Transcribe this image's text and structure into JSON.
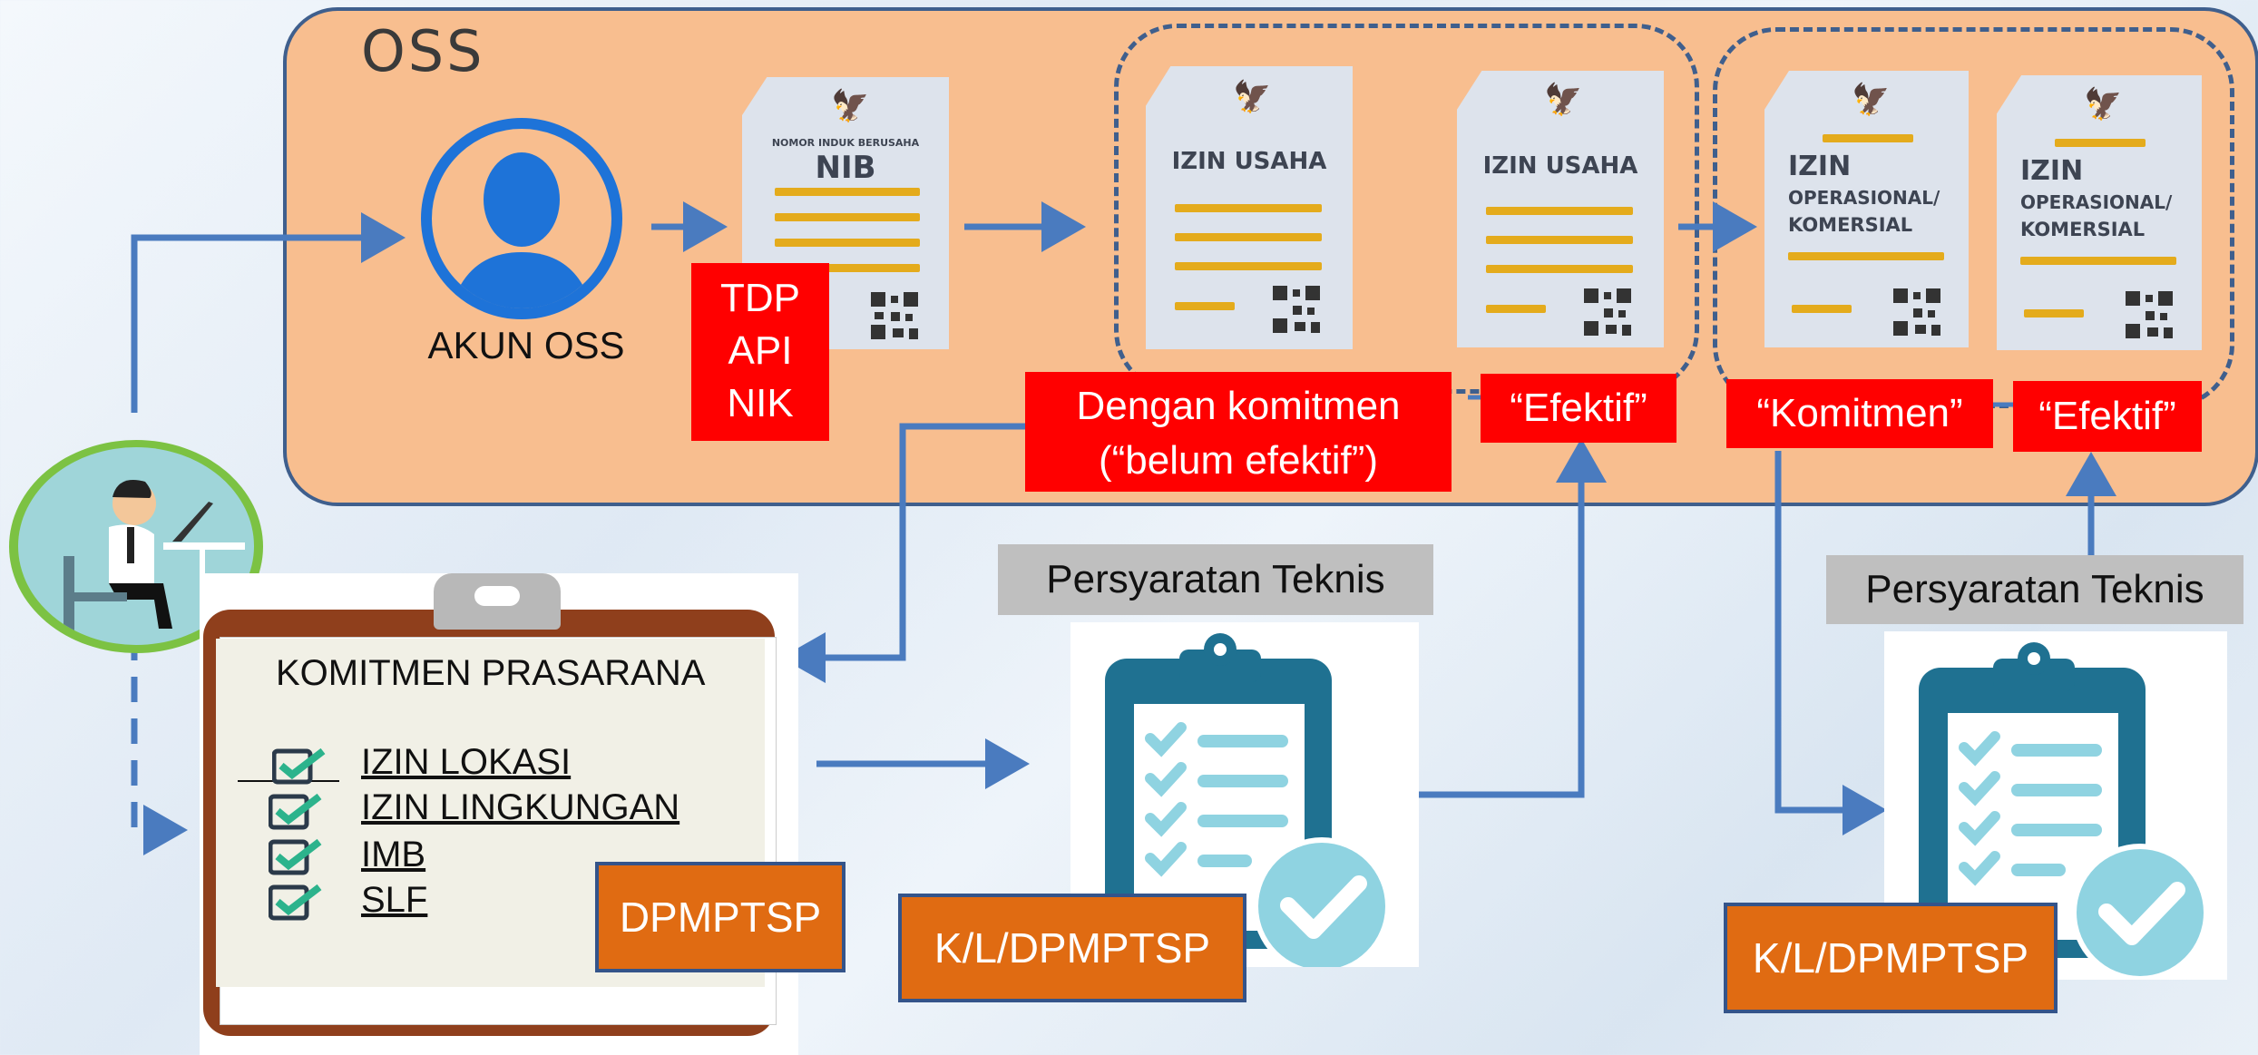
{
  "title": "OSS",
  "user_account": "AKUN OSS",
  "nib_doc": {
    "header": "NOMOR INDUK BERUSAHA",
    "title": "NIB"
  },
  "nib_tags": [
    "TDP",
    "API",
    "NIK"
  ],
  "izin_usaha": {
    "title": "IZIN USAHA"
  },
  "izin_operasional": {
    "line1": "IZIN",
    "line2": "OPERASIONAL/",
    "line3": "KOMERSIAL"
  },
  "status": {
    "dengan_komitmen_1": "Dengan komitmen",
    "dengan_komitmen_2": "(“belum efektif”)",
    "efektif_1": "“Efektif”",
    "komitmen": "“Komitmen”",
    "efektif_2": "“Efektif”"
  },
  "komitmen_prasarana": {
    "title": "KOMITMEN PRASARANA",
    "items": [
      "IZIN LOKASI",
      "IZIN LINGKUNGAN",
      "IMB",
      "SLF"
    ],
    "authority": "DPMPTSP"
  },
  "persyaratan_teknis_1": {
    "label": "Persyaratan Teknis",
    "authority": "K/L/DPMPTSP"
  },
  "persyaratan_teknis_2": {
    "label": "Persyaratan Teknis",
    "authority": "K/L/DPMPTSP"
  },
  "colors": {
    "panel": "#f8be8f",
    "border": "#3f5f8d",
    "red_label": "#ff0000",
    "orange_label": "#e06b12",
    "arrow": "#4a7bbf",
    "user_icon": "#1e73d8",
    "clipboard_teal": "#1f7191",
    "check": "#8fd3e1"
  }
}
